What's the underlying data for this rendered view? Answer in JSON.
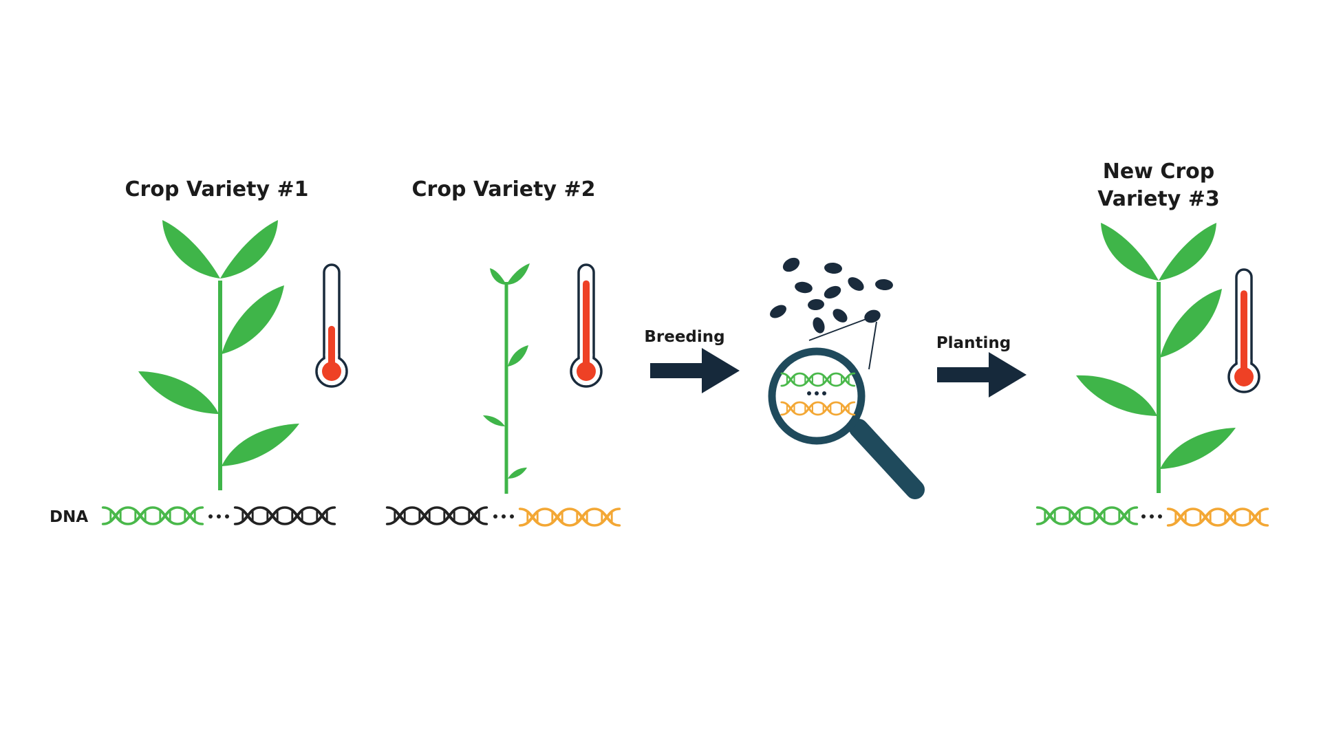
{
  "labels": {
    "variety1": "Crop Variety #1",
    "variety2": "Crop Variety #2",
    "variety3_line1": "New Crop",
    "variety3_line2": "Variety #3",
    "breeding": "Breeding",
    "planting": "Planting",
    "dna": "DNA"
  },
  "colors": {
    "plant_green": "#3fb549",
    "dna_green": "#49b84a",
    "dna_black": "#222222",
    "dna_orange": "#f3a734",
    "thermometer_red": "#ee4125",
    "arrow_navy": "#16293b",
    "seed_navy": "#1a2b3c",
    "magnifier_teal": "#1f4a5c"
  },
  "thermometer_levels": {
    "variety1": 0.45,
    "variety2": 0.9,
    "variety3": 0.85
  },
  "icons": [
    "plant-icon",
    "thermometer-icon",
    "dna-strand-icon",
    "seed-icon",
    "magnifying-glass-icon",
    "arrow-right-icon"
  ]
}
